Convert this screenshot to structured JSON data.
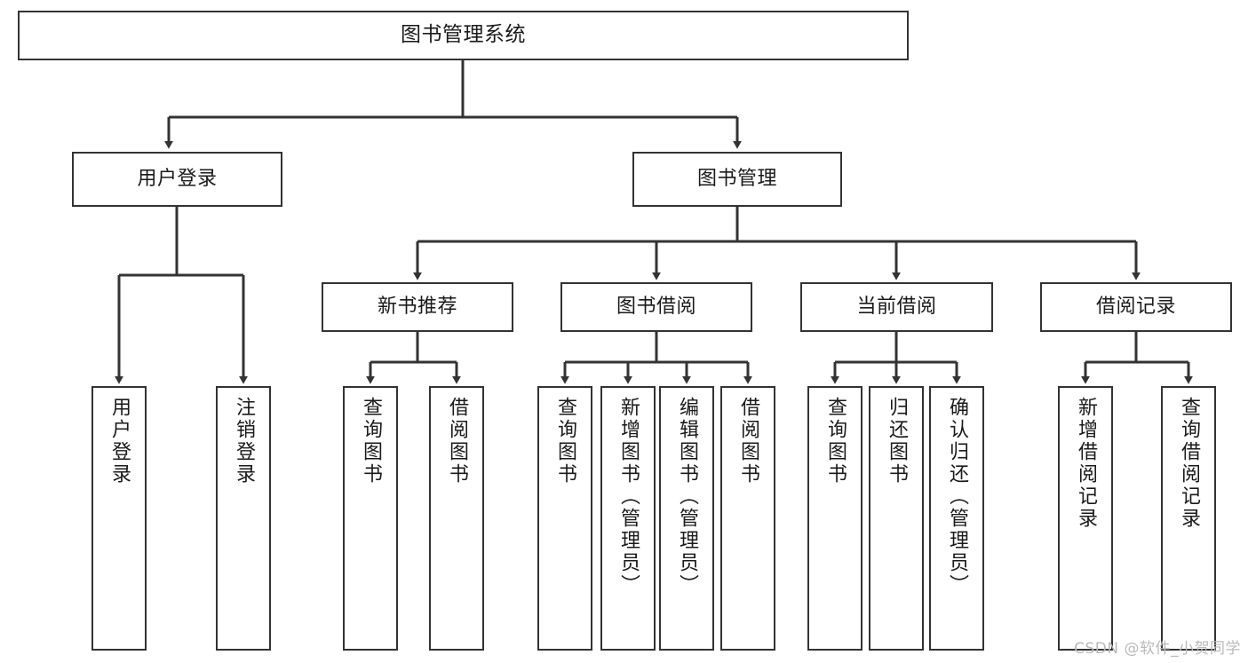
{
  "diagram": {
    "title": "图书管理系统",
    "type": "hierarchy-tree",
    "watermark": "CSDN @软件_小贺同学",
    "colors": {
      "box_border": "#333333",
      "box_fill": "#ffffff",
      "edge": "#333333",
      "text": "#1a1a1a",
      "watermark": "#b9b9b9"
    },
    "nodes": {
      "root": {
        "label": "图书管理系统"
      },
      "level1": [
        {
          "id": "user-login",
          "label": "用户登录"
        },
        {
          "id": "book-management",
          "label": "图书管理"
        }
      ],
      "level2": [
        {
          "id": "new-book-recommend",
          "label": "新书推荐"
        },
        {
          "id": "book-borrow",
          "label": "图书借阅"
        },
        {
          "id": "current-borrow",
          "label": "当前借阅"
        },
        {
          "id": "borrow-record",
          "label": "借阅记录"
        }
      ],
      "leaves": {
        "user-login": [
          {
            "id": "leaf-user-login",
            "label": "用户登录"
          },
          {
            "id": "leaf-logout",
            "label": "注销登录"
          }
        ],
        "new-book-recommend": [
          {
            "id": "leaf-query-book-1",
            "label": "查询图书"
          },
          {
            "id": "leaf-borrow-book-1",
            "label": "借阅图书"
          }
        ],
        "book-borrow": [
          {
            "id": "leaf-query-book-2",
            "label": "查询图书"
          },
          {
            "id": "leaf-add-book",
            "label": "新增图书（管理员）"
          },
          {
            "id": "leaf-edit-book",
            "label": "编辑图书（管理员）"
          },
          {
            "id": "leaf-borrow-book-2",
            "label": "借阅图书"
          }
        ],
        "current-borrow": [
          {
            "id": "leaf-query-book-3",
            "label": "查询图书"
          },
          {
            "id": "leaf-return-book",
            "label": "归还图书"
          },
          {
            "id": "leaf-confirm-return",
            "label": "确认归还（管理员）"
          }
        ],
        "borrow-record": [
          {
            "id": "leaf-add-record",
            "label": "新增借阅记录"
          },
          {
            "id": "leaf-query-record",
            "label": "查询借阅记录"
          }
        ]
      }
    }
  }
}
